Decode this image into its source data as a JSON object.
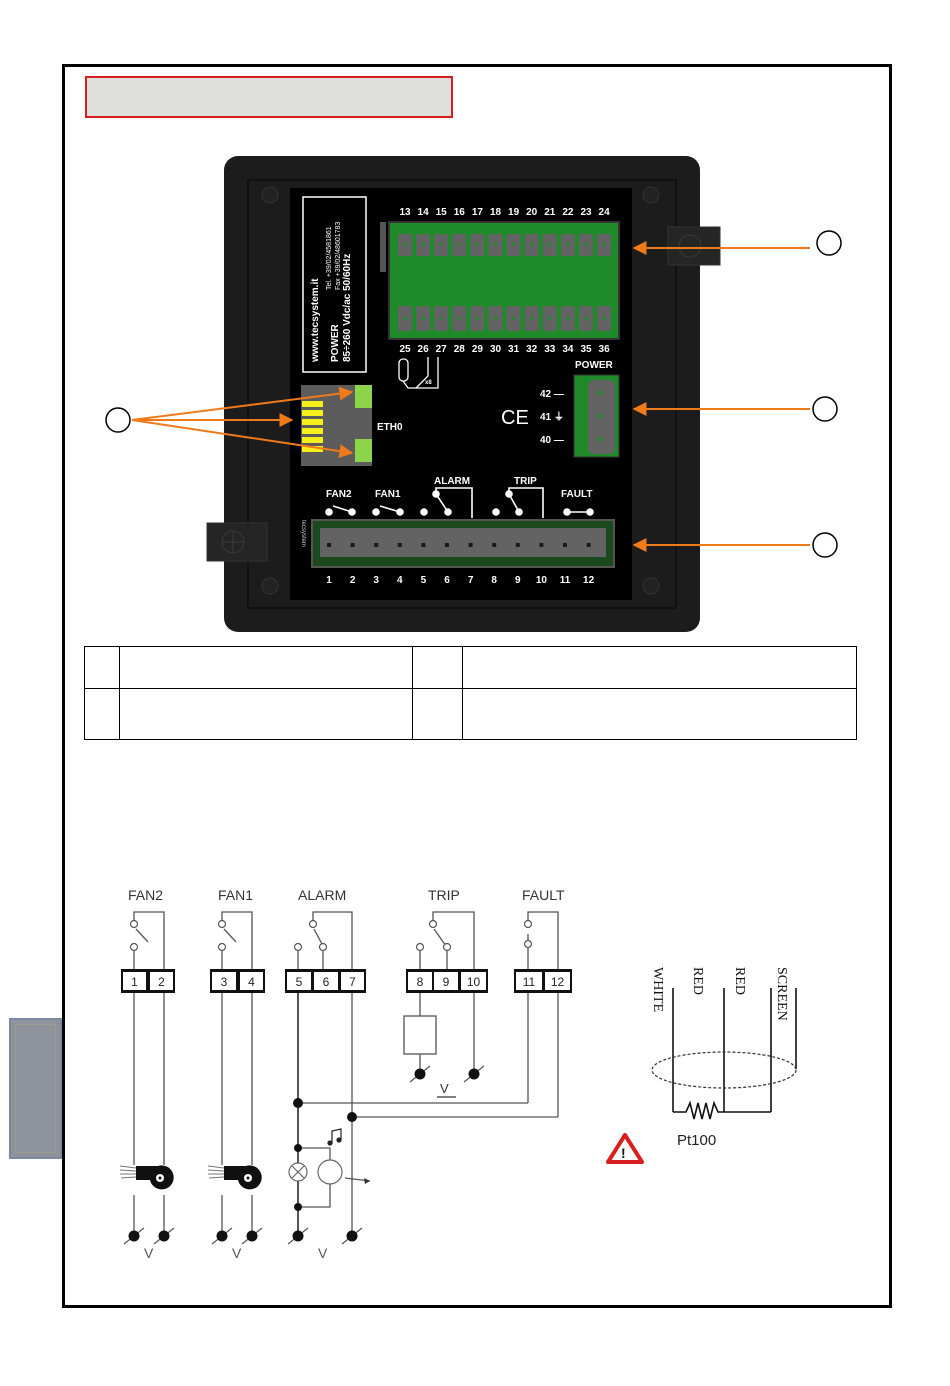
{
  "title_box": {
    "text": ""
  },
  "device": {
    "label_panel": {
      "website": "www.tecsystem.it",
      "tel": "Tel. +39/02/4581861",
      "fax": "Fax +39/02/48601783",
      "power_title": "POWER",
      "power_spec": "85÷260 Vdc/ac 50/60Hz"
    },
    "top_terminals": [
      "13",
      "14",
      "15",
      "16",
      "17",
      "18",
      "19",
      "20",
      "21",
      "22",
      "23",
      "24"
    ],
    "bottom_upper_terminals": [
      "25",
      "26",
      "27",
      "28",
      "29",
      "30",
      "31",
      "32",
      "33",
      "34",
      "35",
      "36"
    ],
    "sensor_multiplier": "x8",
    "power_label": "POWER",
    "power_terminals": [
      {
        "num": "42",
        "sign": "—"
      },
      {
        "num": "41",
        "sign": "⏚"
      },
      {
        "num": "40",
        "sign": "—"
      }
    ],
    "ce_mark": "CE",
    "eth_label": "ETH0",
    "relay_labels": {
      "fan2": "FAN2",
      "fan1": "FAN1",
      "alarm": "ALARM",
      "trip": "TRIP",
      "fault": "FAULT"
    },
    "relay_terminals": [
      "1",
      "2",
      "3",
      "4",
      "5",
      "6",
      "7",
      "8",
      "9",
      "10",
      "11",
      "12"
    ],
    "side_text": "tecsystem"
  },
  "callouts": [
    {
      "id": "callout-eth",
      "label": ""
    },
    {
      "id": "callout-top-terminal",
      "label": ""
    },
    {
      "id": "callout-power",
      "label": ""
    },
    {
      "id": "callout-relay",
      "label": ""
    }
  ],
  "legend_table": {
    "rows": [
      [
        "",
        "",
        "",
        ""
      ],
      [
        "",
        "",
        "",
        ""
      ]
    ]
  },
  "wiring": {
    "groups": [
      {
        "name": "FAN2",
        "terminals": [
          "1",
          "2"
        ]
      },
      {
        "name": "FAN1",
        "terminals": [
          "3",
          "4"
        ]
      },
      {
        "name": "ALARM",
        "terminals": [
          "5",
          "6",
          "7"
        ]
      },
      {
        "name": "TRIP",
        "terminals": [
          "8",
          "9",
          "10"
        ]
      },
      {
        "name": "FAULT",
        "terminals": [
          "11",
          "12"
        ]
      }
    ],
    "voltage_label": "V",
    "sensor": {
      "wires": [
        "WHITE",
        "RED",
        "RED",
        "SCREEN"
      ],
      "element": "Pt100"
    },
    "warning_icon": "warning-triangle"
  },
  "colors": {
    "accent_red": "#d81e1e",
    "arrow_orange": "#f07a1a",
    "terminal_green": "#1f8a2c",
    "eth_led_green": "#8cd44a",
    "eth_pins_yellow": "#f5ee1a",
    "device_black": "#1c1c1c",
    "side_tab": "#8f949c"
  }
}
